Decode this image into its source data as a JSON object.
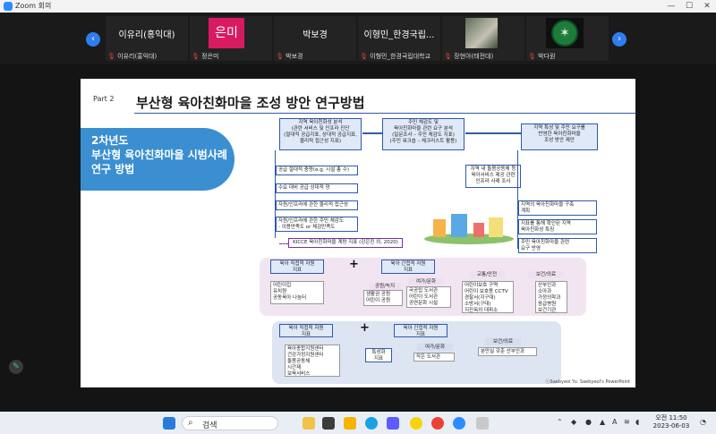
{
  "window": {
    "title": "Zoom 회의"
  },
  "participants": [
    {
      "display": "이유리(홍익대)",
      "label": "이유리(홍익대)",
      "kind": "name"
    },
    {
      "display": "은미",
      "label": "정은미",
      "kind": "avatar"
    },
    {
      "display": "박보경",
      "label": "박보경",
      "kind": "name"
    },
    {
      "display": "이형민_한경국립...",
      "label": "이형민_한경국립대학교",
      "kind": "name"
    },
    {
      "display": "",
      "label": "장현아(태전대)",
      "kind": "photo"
    },
    {
      "display": "",
      "label": "박다원",
      "kind": "logo"
    }
  ],
  "slide": {
    "part": "Part 2",
    "title": "부산형 육아친화마을 조성 방안 연구방법",
    "banner": [
      "2차년도",
      "부산형 육아친화마을 시범사례",
      "연구 방법"
    ],
    "step1": "지역 육아친화성 분석\n(관련 서비스 및 인프라 진단\n(절대적 공급지표, 상대적 공급지표,\n물리적 접근성 지표)",
    "step2": "주민 체감도 및\n육아친화마을 관련 요구 분석\n(일문조사 – 주민 체감도 지표)\n(주민 워크숍 – 체크리스트 활용)",
    "step3": "지역 특성 및 주민 요구를\n반영한 육아친화마을\n조성 방안 제안",
    "middle": "지역 내 돌봄공동체 등\n육아서비스 제공 관련\n인프라 사례 조사",
    "left_items": [
      "공급 절대적 충량(e.g. 시설 총 수)",
      "수요 대비 공급 상대적 양",
      "자원/인프라에 관한 물리적 접근성",
      "자원/인프라에 관한 주민 체감도\n- 이용만족도 or 체감만족도"
    ],
    "kicce": "KICCE 육아친화마을 계량 지표 (강은진 외, 2020)",
    "right_items": [
      "지역의 육아친화마을 구축\n계획",
      "지표를 통해 확인된 지역\n육아친화성 특징",
      "주민 육아친화마을 관련\n요구 반영"
    ],
    "pink": {
      "direct_title": "육아 직접적 자원\n지표",
      "direct_items": "어린이집\n유치원\n공동육아 나눔터",
      "indirect_title": "육아 간접적 자원\n지표",
      "cat_park": "공원/녹지",
      "park_items": "생활권 공원\n어린이 공원",
      "cat_culture": "여가/문화",
      "culture_items": "국공립 도서관\n어린이 도서관\n공연문화 시설",
      "cat_safety": "교통/안전",
      "safety_items": "어린이보호 구역\n어린이 보호용 CCTV\n경찰서(지구대)\n소방서(구대)\n지진옥외 대피소",
      "cat_health": "보건/의료",
      "health_items": "산부인과\n소아과\n가정의학과\n응급병원\n보건기관"
    },
    "blue": {
      "direct_title": "육아 직접적 자원\n지표",
      "direct_items": "육아종합지원센터\n건강가정지원센터\n돌봄공동체\n시간제\n보육서비스",
      "special": "특성화\n지표",
      "indirect_title": "육아 간접적 자원\n지표",
      "cat_culture": "여가/문화",
      "culture_items": "작은 도서관",
      "cat_health": "보건/의료",
      "health_items": "분만실 갖춘 산부인과"
    },
    "credit": "ⓒSaebyeol Yu. Saebyeol's PowerPoint"
  },
  "taskbar": {
    "search_placeholder": "검색",
    "time": "오전 11:50",
    "date": "2023-06-03",
    "ime": "A"
  }
}
